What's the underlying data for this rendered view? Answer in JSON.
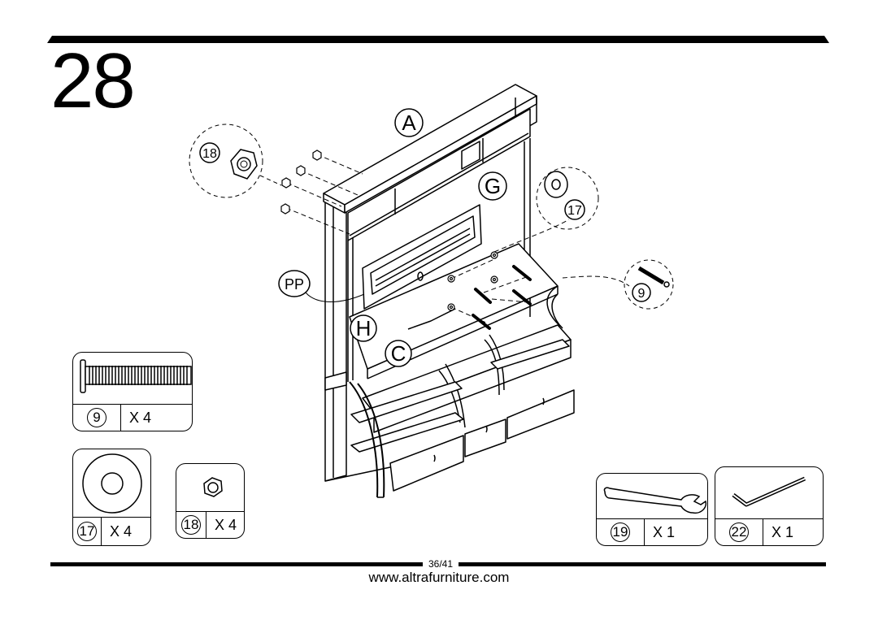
{
  "step": {
    "number": "28"
  },
  "labels": {
    "A": "A",
    "G": "G",
    "H": "H",
    "C": "C",
    "PP": "PP",
    "callout_nut": "18",
    "callout_washer": "17",
    "callout_bolt": "9"
  },
  "parts": [
    {
      "id": "9",
      "qty": "X 4",
      "icon": "bolt-icon"
    },
    {
      "id": "17",
      "qty": "X 4",
      "icon": "washer-icon"
    },
    {
      "id": "18",
      "qty": "X 4",
      "icon": "nut-icon"
    },
    {
      "id": "19",
      "qty": "X 1",
      "icon": "wrench-icon"
    },
    {
      "id": "22",
      "qty": "X 1",
      "icon": "allen-key-icon"
    }
  ],
  "footer": {
    "page": "36/41",
    "website": "www.altrafurniture.com"
  }
}
